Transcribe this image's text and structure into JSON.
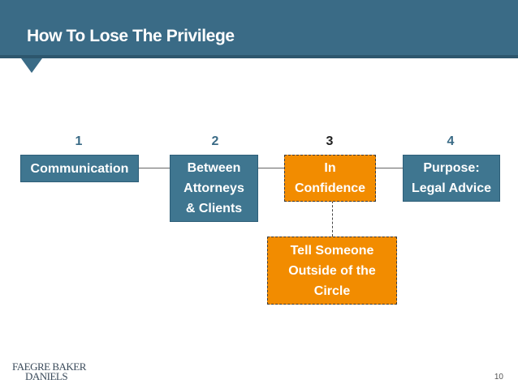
{
  "slide": {
    "title": "How To Lose The Privilege",
    "page_number": "10",
    "logo": {
      "line1": "Faegre Baker",
      "line2": "Daniels"
    }
  },
  "diagram": {
    "steps": [
      {
        "number": "1",
        "label": "Communication"
      },
      {
        "number": "2",
        "label": "Between\nAttorneys\n& Clients"
      },
      {
        "number": "3",
        "label": "In\nConfidence",
        "highlighted": true
      },
      {
        "number": "4",
        "label": "Purpose:\nLegal Advice"
      }
    ],
    "branch": {
      "label": "Tell Someone\nOutside of the\nCircle",
      "from_step": "3"
    },
    "colors": {
      "header": "#3a6b86",
      "box": "#3f7690",
      "highlight": "#f28c00",
      "number": "#3a6b86",
      "number_active": "#222222"
    }
  }
}
